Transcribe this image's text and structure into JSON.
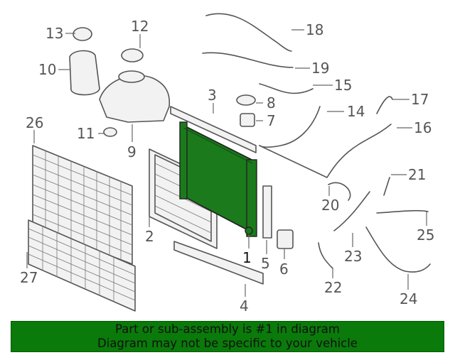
{
  "diagram": {
    "callouts": [
      {
        "id": "1",
        "label": "1"
      },
      {
        "id": "2",
        "label": "2"
      },
      {
        "id": "3",
        "label": "3"
      },
      {
        "id": "4",
        "label": "4"
      },
      {
        "id": "5",
        "label": "5"
      },
      {
        "id": "6",
        "label": "6"
      },
      {
        "id": "7",
        "label": "7"
      },
      {
        "id": "8",
        "label": "8"
      },
      {
        "id": "9",
        "label": "9"
      },
      {
        "id": "10",
        "label": "10"
      },
      {
        "id": "11",
        "label": "11"
      },
      {
        "id": "12",
        "label": "12"
      },
      {
        "id": "13",
        "label": "13"
      },
      {
        "id": "14",
        "label": "14"
      },
      {
        "id": "15",
        "label": "15"
      },
      {
        "id": "16",
        "label": "16"
      },
      {
        "id": "17",
        "label": "17"
      },
      {
        "id": "18",
        "label": "18"
      },
      {
        "id": "19",
        "label": "19"
      },
      {
        "id": "20",
        "label": "20"
      },
      {
        "id": "21",
        "label": "21"
      },
      {
        "id": "22",
        "label": "22"
      },
      {
        "id": "23",
        "label": "23"
      },
      {
        "id": "24",
        "label": "24"
      },
      {
        "id": "25",
        "label": "25"
      },
      {
        "id": "26",
        "label": "26"
      },
      {
        "id": "27",
        "label": "27"
      }
    ],
    "highlight_color": "#1b7a1b",
    "line_color": "#555555"
  },
  "footer": {
    "line1": "Part or sub-assembly is #1 in diagram",
    "line2": "Diagram may not be specific to your vehicle",
    "background": "#0a7a0a"
  }
}
